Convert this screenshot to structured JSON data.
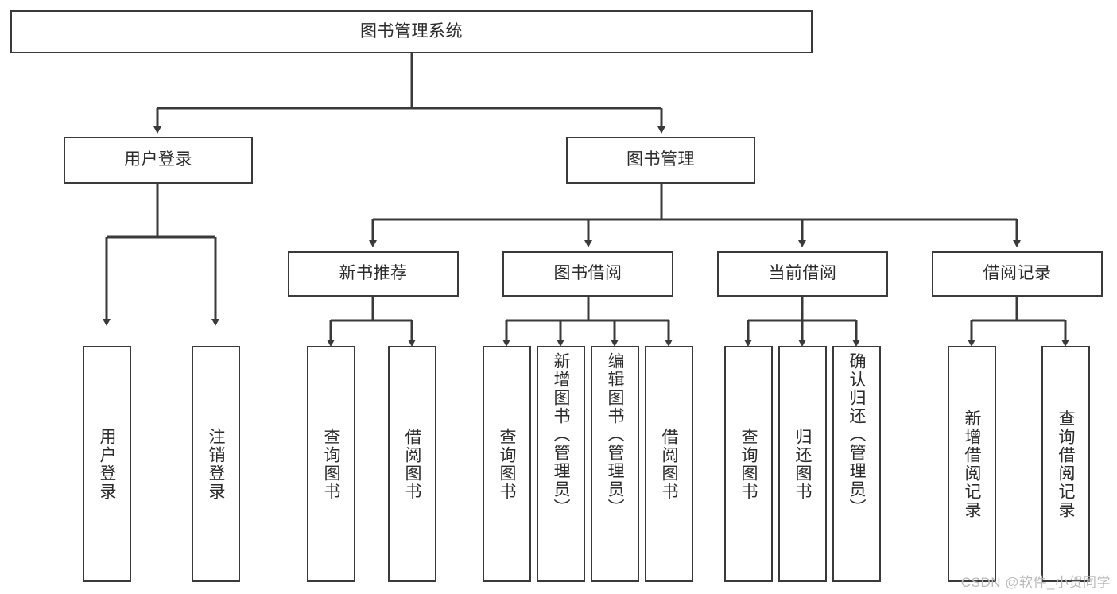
{
  "diagram": {
    "title": "图书管理系统",
    "watermark": "CSDN @软件_小贺同学",
    "stroke_color": "#3a3a3a",
    "background_color": "#ffffff",
    "text_color": "#2b2b2b",
    "watermark_color": "#b9b9b9",
    "type": "tree-hierarchy",
    "levels": 4
  },
  "root": {
    "label": "图书管理系统"
  },
  "level2": [
    {
      "label": "用户登录"
    },
    {
      "label": "图书管理"
    }
  ],
  "level3": [
    {
      "label": "新书推荐"
    },
    {
      "label": "图书借阅"
    },
    {
      "label": "当前借阅"
    },
    {
      "label": "借阅记录"
    }
  ],
  "leaves": {
    "user_login": [
      {
        "label": "用户登录"
      },
      {
        "label": "注销登录"
      }
    ],
    "new_book_recommend": [
      {
        "label": "查询图书"
      },
      {
        "label": "借阅图书"
      }
    ],
    "book_borrow": [
      {
        "label": "查询图书"
      },
      {
        "label": "新增图书（管理员）"
      },
      {
        "label": "编辑图书（管理员）"
      },
      {
        "label": "借阅图书"
      }
    ],
    "current_borrow": [
      {
        "label": "查询图书"
      },
      {
        "label": "归还图书"
      },
      {
        "label": "确认归还（管理员）"
      }
    ],
    "borrow_record": [
      {
        "label": "新增借阅记录"
      },
      {
        "label": "查询借阅记录"
      }
    ]
  }
}
